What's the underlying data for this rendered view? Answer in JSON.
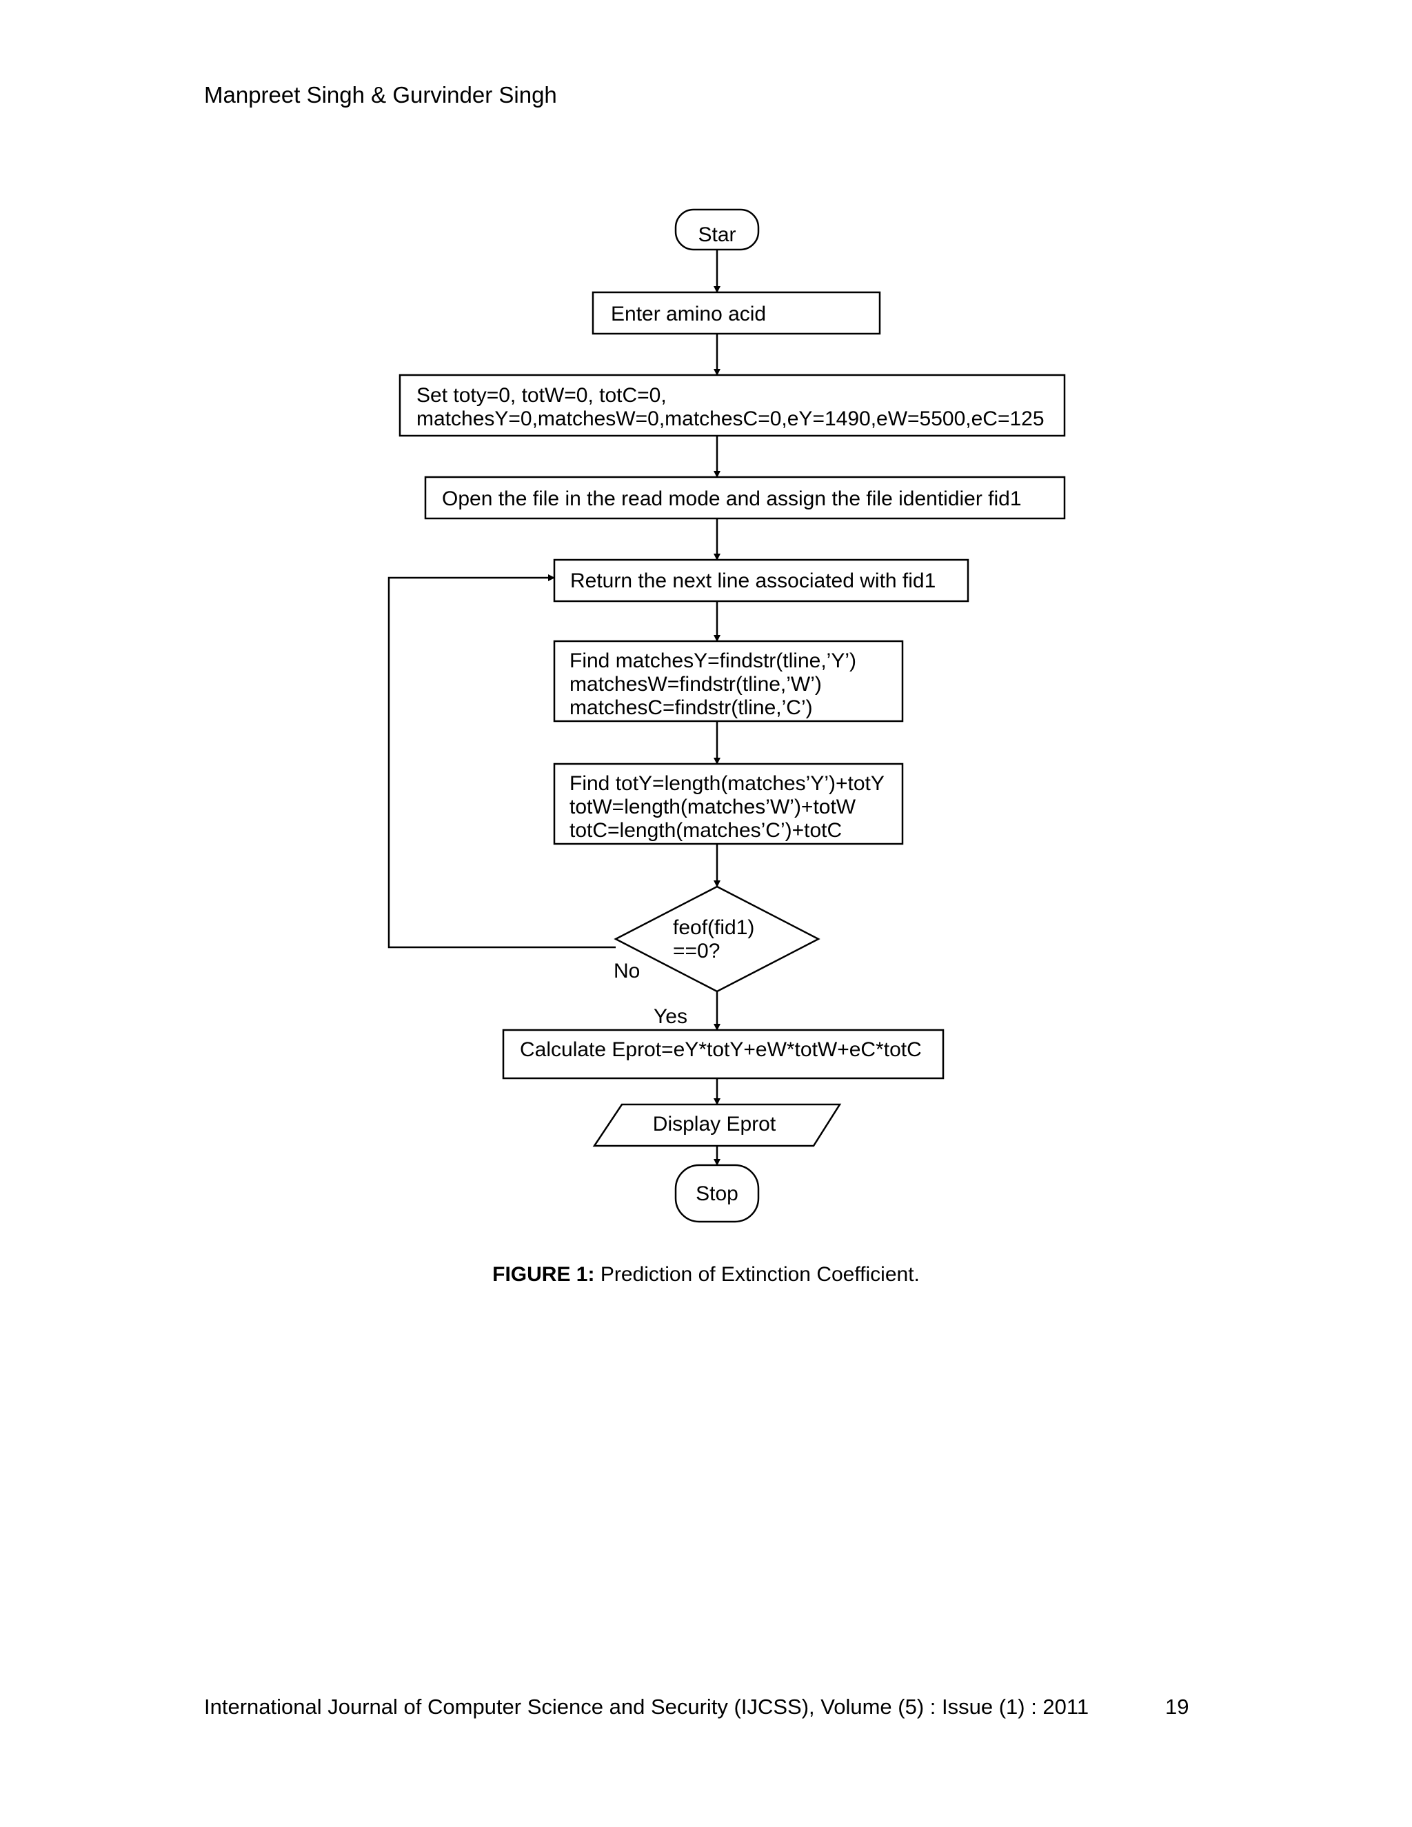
{
  "header": {
    "authors": "Manpreet Singh & Gurvinder Singh"
  },
  "flowchart": {
    "start": "Star",
    "enter": "Enter amino acid",
    "set": [
      "Set toty=0, totW=0, totC=0,",
      "matchesY=0,matchesW=0,matchesC=0,eY=1490,eW=5500,eC=125"
    ],
    "open": "Open the file in the read mode and assign the file identidier fid1",
    "return": "Return the next line associated with fid1",
    "find_matches": [
      "Find matchesY=findstr(tline,’Y’)",
      "matchesW=findstr(tline,’W’)",
      "matchesC=findstr(tline,’C’)"
    ],
    "find_tot": [
      "Find totY=length(matches’Y’)+totY",
      "totW=length(matches’W’)+totW",
      "totC=length(matches’C’)+totC"
    ],
    "decision": [
      "feof(fid1)",
      "==0?"
    ],
    "no": "No",
    "yes": "Yes",
    "calculate": "Calculate Eprot=eY*totY+eW*totW+eC*totC",
    "display": "Display Eprot",
    "stop": "Stop"
  },
  "caption": {
    "label": "FIGURE 1:",
    "text": " Prediction of Extinction Coefficient."
  },
  "footer": {
    "journal": "International Journal of Computer Science and Security (IJCSS), Volume (5) : Issue (1) : 2011",
    "page": "19"
  }
}
